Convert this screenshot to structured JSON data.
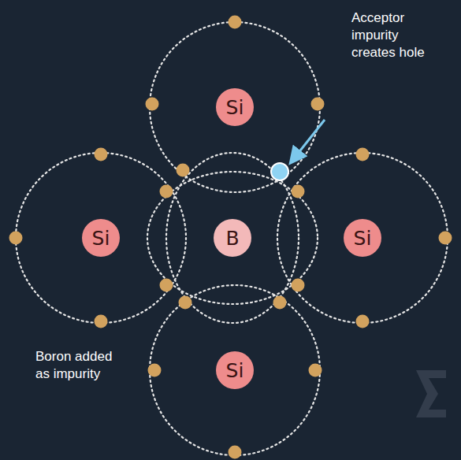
{
  "diagram": {
    "nodes": [
      {
        "text": [
          "Si"
        ]
      },
      {
        "text": [
          "Si"
        ]
      },
      {
        "text": [
          "B"
        ]
      },
      {
        "text": [
          "Si"
        ]
      },
      {
        "text": [
          "Si"
        ]
      }
    ],
    "labels": [
      "Acceptor impurity creates hole",
      "Boron added as impurity"
    ]
  }
}
